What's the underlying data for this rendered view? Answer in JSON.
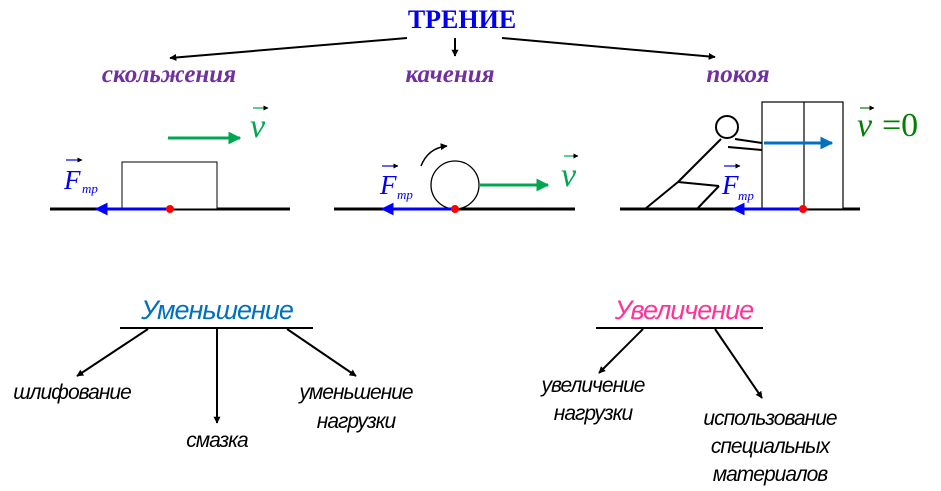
{
  "title": "ТРЕНИЕ",
  "types": {
    "sliding": "скольжения",
    "rolling": "качения",
    "rest": "покоя"
  },
  "symbols": {
    "velocity": "v",
    "force": "F",
    "force_subscript": "тр",
    "rest_velocity_value": "=0"
  },
  "decrease": {
    "heading": "Уменьшение",
    "items": {
      "grinding": "шлифование",
      "lubrication": "смазка",
      "load_line1": "уменьшение",
      "load_line2": "нагрузки"
    }
  },
  "increase": {
    "heading": "Увеличение",
    "items": {
      "load_line1": "увеличение",
      "load_line2": "нагрузки",
      "materials_line1": "использование",
      "materials_line2": "специальных",
      "materials_line3": "материалов"
    }
  },
  "colors": {
    "title": "#0000ee",
    "types": "#7030a0",
    "velocity": "#00a651",
    "force": "#0000ee",
    "friction_arrow": "#0000ff",
    "rest_push": "#0070c0",
    "rest_velocity_text": "#008000",
    "contact_point": "#ff0000",
    "decrease_heading": "#0070c0",
    "increase_heading": "#ff3399",
    "line": "#000000"
  }
}
